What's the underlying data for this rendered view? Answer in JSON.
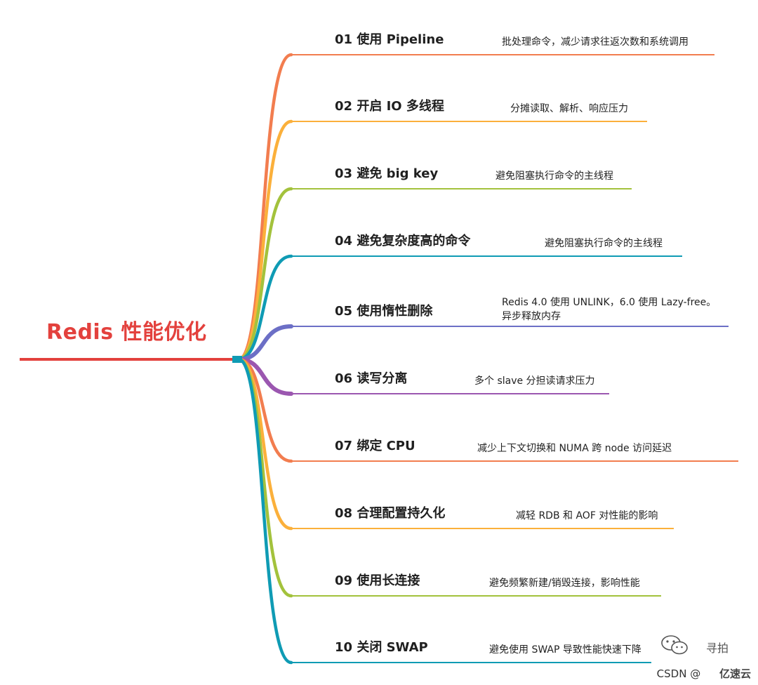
{
  "root": {
    "label": "Redis 性能优化",
    "color": "#e3413d"
  },
  "branches": [
    {
      "title": "01 使用 Pipeline",
      "desc": [
        "批处理命令，减少请求往返次数和系统调用"
      ],
      "color": "#f27d4f"
    },
    {
      "title": "02 开启 IO 多线程",
      "desc": [
        "分摊读取、解析、响应压力"
      ],
      "color": "#fbb03b"
    },
    {
      "title": "03 避免 big key",
      "desc": [
        "避免阻塞执行命令的主线程"
      ],
      "color": "#a3c23c"
    },
    {
      "title": "04 避免复杂度高的命令",
      "desc": [
        "避免阻塞执行命令的主线程"
      ],
      "color": "#0f9bb4"
    },
    {
      "title": "05 使用惰性删除",
      "desc": [
        "Redis 4.0 使用 UNLINK，6.0 使用 Lazy-free。",
        "异步释放内存"
      ],
      "color": "#6c6fc6"
    },
    {
      "title": "06 读写分离",
      "desc": [
        "多个 slave 分担读请求压力"
      ],
      "color": "#9b57b0"
    },
    {
      "title": "07 绑定 CPU",
      "desc": [
        "减少上下文切换和 NUMA 跨 node 访问延迟"
      ],
      "color": "#f27d4f"
    },
    {
      "title": "08 合理配置持久化",
      "desc": [
        "减轻 RDB 和 AOF 对性能的影响"
      ],
      "color": "#fbb03b"
    },
    {
      "title": "09 使用长连接",
      "desc": [
        "避免频繁新建/销毁连接，影响性能"
      ],
      "color": "#a3c23c"
    },
    {
      "title": "10 关闭 SWAP",
      "desc": [
        "避免使用 SWAP 导致性能快速下降"
      ],
      "color": "#0f9bb4"
    }
  ],
  "watermark": {
    "brand_a": "寻拍",
    "brand_b": "CSDN @",
    "brand_c": "亿速云"
  }
}
